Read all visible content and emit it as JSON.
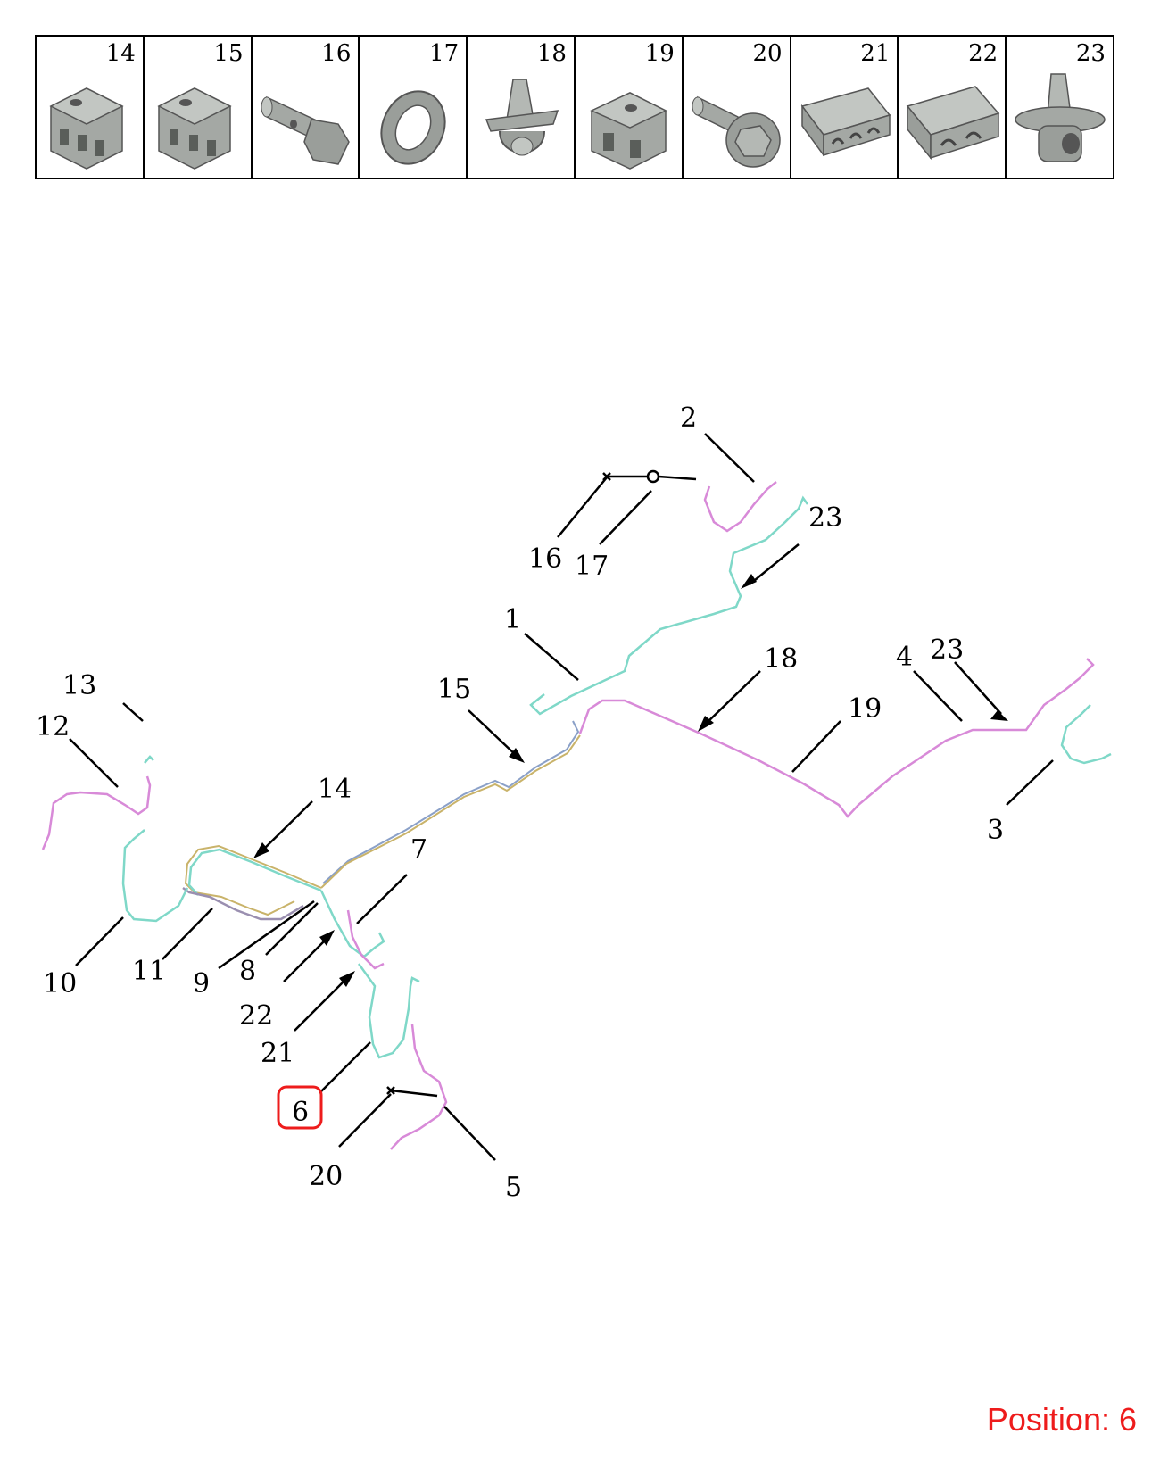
{
  "parts_strip": [
    {
      "number": "14",
      "icon": "clip-block-icon"
    },
    {
      "number": "15",
      "icon": "clip-block-icon"
    },
    {
      "number": "16",
      "icon": "bolt-icon"
    },
    {
      "number": "17",
      "icon": "washer-icon"
    },
    {
      "number": "18",
      "icon": "spring-clip-icon"
    },
    {
      "number": "19",
      "icon": "clip-block-icon"
    },
    {
      "number": "20",
      "icon": "flange-bolt-icon"
    },
    {
      "number": "21",
      "icon": "pipe-holder-icon"
    },
    {
      "number": "22",
      "icon": "pipe-holder-icon"
    },
    {
      "number": "23",
      "icon": "spring-clip-icon"
    }
  ],
  "callouts": {
    "c1": "1",
    "c2": "2",
    "c3": "3",
    "c4": "4",
    "c5": "5",
    "c6": "6",
    "c7": "7",
    "c8": "8",
    "c9": "9",
    "c10": "10",
    "c11": "11",
    "c12": "12",
    "c13": "13",
    "c14": "14",
    "c15": "15",
    "c16": "16",
    "c17": "17",
    "c18": "18",
    "c19": "19",
    "c20": "20",
    "c21": "21",
    "c22": "22",
    "c23a": "23",
    "c23b": "23"
  },
  "highlighted_callout": "6",
  "colors": {
    "highlight": "#ee1c1c",
    "pipe_teal": "#7fd8c8",
    "pipe_pink": "#d88ad8",
    "part_gray": "#8c918c"
  },
  "position_label": "Position: 6"
}
